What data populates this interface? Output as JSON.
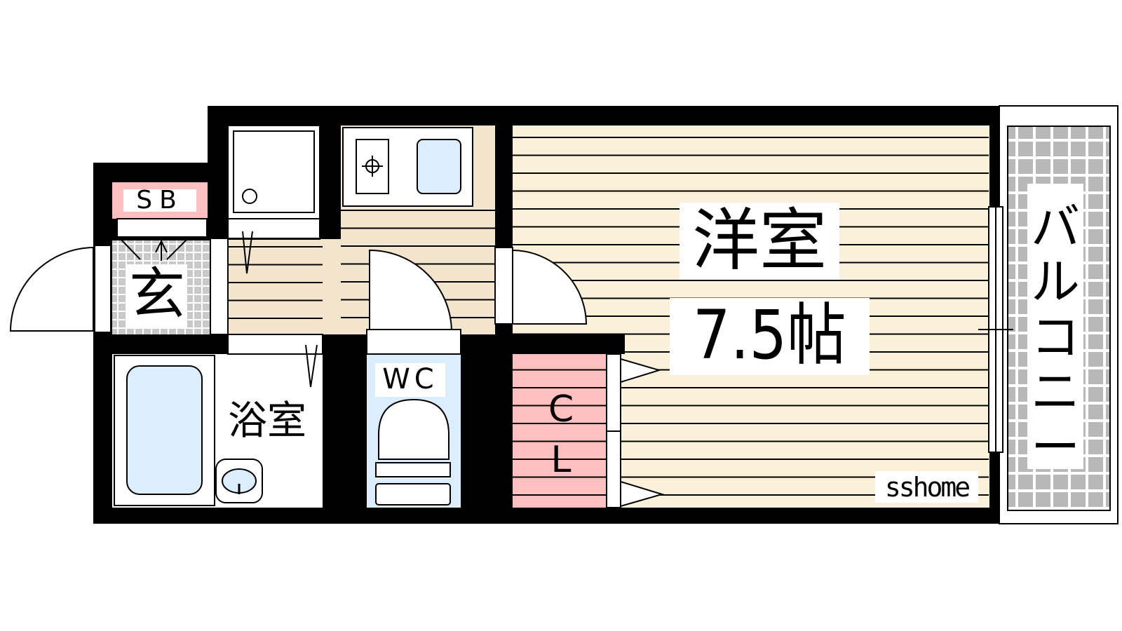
{
  "rooms": {
    "western_room": {
      "name": "洋室",
      "size": "7.5帖"
    },
    "bathroom": "浴室",
    "toilet": "WC",
    "closet_line1": "C",
    "closet_line2": "L",
    "shoe_box": "SB",
    "entrance": "玄",
    "balcony": "バルコニー"
  },
  "watermark": "sshome",
  "colors": {
    "wall": "#000000",
    "floor_room": "#fbf1da",
    "floor_hall": "#f2e4cd",
    "floor_lines": "#000000",
    "closet": "#fdbfbf",
    "shoe_box": "#fdbfbf",
    "water": "#dceefd",
    "balcony_grid": "#b8b8b8",
    "entrance_tile": "#c8c8c8"
  }
}
